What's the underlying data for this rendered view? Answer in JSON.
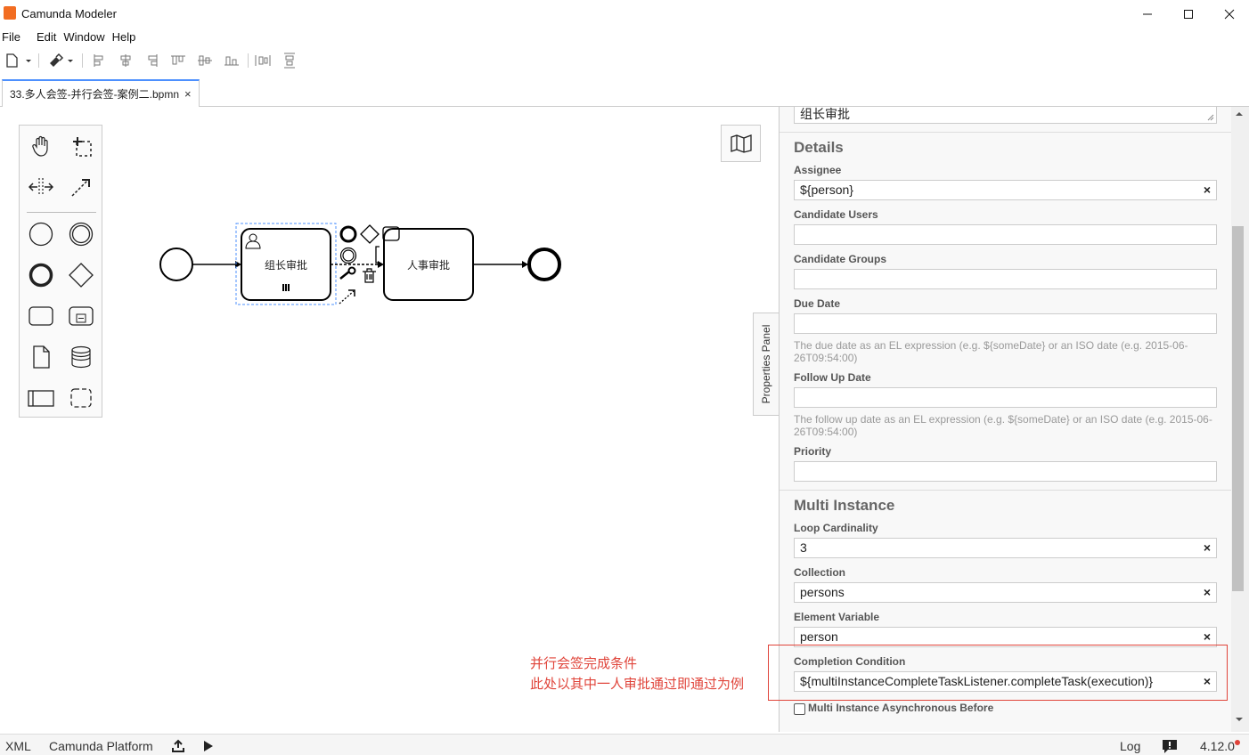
{
  "window": {
    "title": "Camunda Modeler",
    "app_icon_glyph": "‮",
    "controls": [
      "minimize",
      "maximize",
      "close"
    ]
  },
  "menu": [
    "File",
    "Edit",
    "Window",
    "Help"
  ],
  "tabs": [
    {
      "label": "33.多人会签-并行会签-案例二.bpmn",
      "active": true
    }
  ],
  "diagram": {
    "tasks": [
      {
        "name": "组长审批",
        "type": "user-task",
        "multi_instance": "parallel",
        "selected": true
      },
      {
        "name": "人事审批",
        "type": "task",
        "selected": false
      }
    ]
  },
  "properties_panel": {
    "toggle_label": "Properties Panel",
    "name_value": "组长审批",
    "details": {
      "title": "Details",
      "assignee": {
        "label": "Assignee",
        "value": "${person}"
      },
      "candidate_users": {
        "label": "Candidate Users",
        "value": ""
      },
      "candidate_groups": {
        "label": "Candidate Groups",
        "value": ""
      },
      "due_date": {
        "label": "Due Date",
        "value": "",
        "hint": "The due date as an EL expression (e.g. ${someDate} or an ISO date (e.g. 2015-06-26T09:54:00)"
      },
      "follow_up_date": {
        "label": "Follow Up Date",
        "value": "",
        "hint": "The follow up date as an EL expression (e.g. ${someDate} or an ISO date (e.g. 2015-06-26T09:54:00)"
      },
      "priority": {
        "label": "Priority",
        "value": ""
      }
    },
    "multi_instance": {
      "title": "Multi Instance",
      "loop_cardinality": {
        "label": "Loop Cardinality",
        "value": "3"
      },
      "collection": {
        "label": "Collection",
        "value": "persons"
      },
      "element_variable": {
        "label": "Element Variable",
        "value": "person"
      },
      "completion_condition": {
        "label": "Completion Condition",
        "value": "${multiInstanceCompleteTaskListener.completeTask(execution)}"
      },
      "async_before": {
        "label": "Multi Instance Asynchronous Before",
        "checked": false
      }
    },
    "clear_glyph": "×"
  },
  "annotation": {
    "line1": "并行会签完成条件",
    "line2": "此处以其中一人审批通过即通过为例",
    "color": "#e0443a"
  },
  "statusbar": {
    "xml": "XML",
    "platform": "Camunda Platform",
    "log": "Log",
    "version": "4.12.0"
  },
  "colors": {
    "accent": "#4d90fe",
    "annotation": "#e0443a"
  }
}
